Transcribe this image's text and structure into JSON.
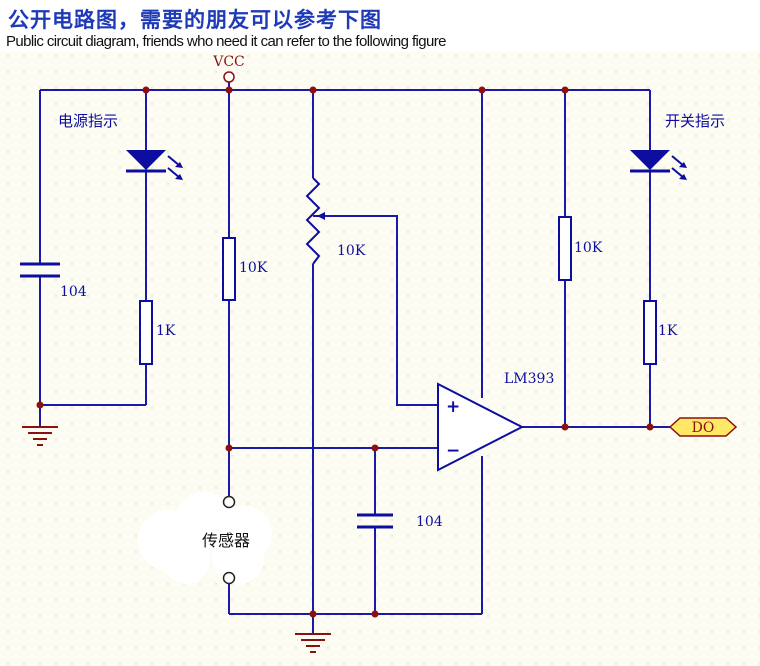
{
  "header": {
    "title": "公开电路图，需要的朋友可以参考下图",
    "subtitle": "Public circuit diagram, friends who need it can refer to the following figure"
  },
  "labels": {
    "vcc": "VCC",
    "power_indicator": "电源指示",
    "switch_indicator": "开关指示",
    "cap_left": "104",
    "cap_bottom": "104",
    "res_left_1k": "1K",
    "res_divider_10k": "10K",
    "pot_10k": "10K",
    "res_pullup_10k": "10K",
    "res_right_1k": "1K",
    "opamp_name": "LM393",
    "opamp_plus": "+",
    "opamp_minus": "−",
    "output_port": "DO",
    "sensor": "传感器"
  },
  "colors": {
    "wire": "#1a1aa8",
    "body": "#0d0da0",
    "junction": "#8b1010",
    "ground": "#8b1010",
    "port_fill": "#ffe866",
    "port_stroke": "#8b1010",
    "grid_bg": "#fdfcf2",
    "grid_dot": "#cfcab0",
    "title": "#1f3ab8"
  }
}
